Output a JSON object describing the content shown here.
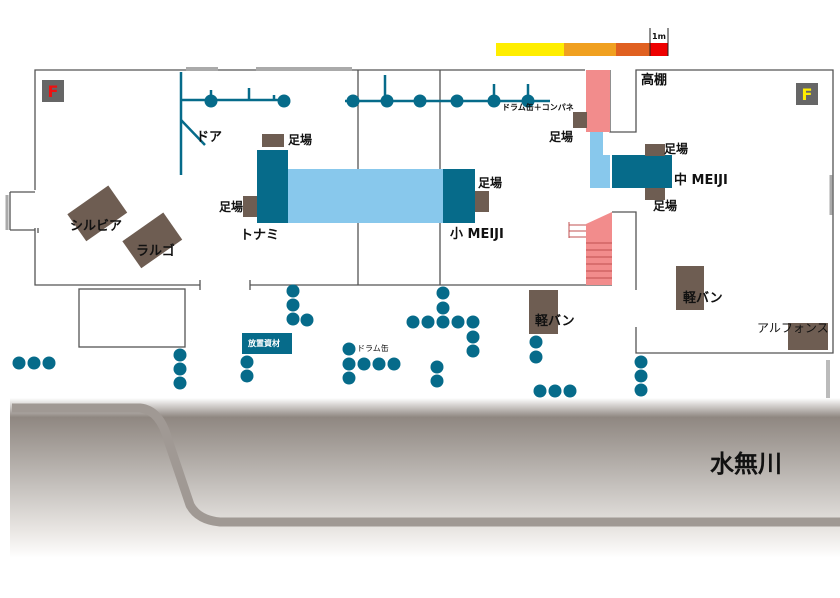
{
  "scale": {
    "label": "1m",
    "colors": [
      "#ffee00",
      "#f0a020",
      "#e06020",
      "#ee0000"
    ]
  },
  "floors": {
    "left": {
      "letter": "F",
      "color": "#ee1111",
      "bg": "#666666"
    },
    "right": {
      "letter": "F",
      "color": "#ffee00",
      "bg": "#666666"
    }
  },
  "labels": {
    "door": "ドア",
    "scaffold_tonami": "足場",
    "scaffold_tonami_left": "足場",
    "tonami": "トナミ",
    "scaffold_small_meiji": "足場",
    "small_meiji": "小 MEIJI",
    "sylvia": "シルビア",
    "largo": "ラルゴ",
    "drum_compane": "ドラム缶＋コンパネ",
    "scaffold_right_upper": "足場",
    "scaffold_mid_meiji_top": "足場",
    "mid_meiji": "中 MEIJI",
    "scaffold_mid_meiji_bottom": "足場",
    "high_shelf": "高棚",
    "light_van_right": "軽バン",
    "light_van_center": "軽バン",
    "alphons": "アルフォンス",
    "material_box": "放置資材",
    "drum": "ドラム缶",
    "river": "水無川"
  },
  "colors": {
    "dark_teal": "#066b8a",
    "light_blue": "#88c8ec",
    "brown": "#6e5d52",
    "pink": "#f28c8c",
    "wall": "#555555"
  }
}
